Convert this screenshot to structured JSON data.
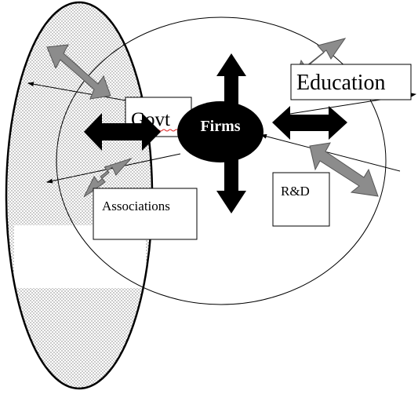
{
  "nodes": {
    "govt": "Govt",
    "firms": "Firms",
    "education": "Education",
    "rnd": "R&D",
    "associations": "Associations"
  },
  "colors": {
    "stipple": "#000000",
    "outline": "#000000",
    "grey_arrow": "#8c8c8c",
    "firms_fill": "#000000",
    "firms_text": "#ffffff"
  }
}
